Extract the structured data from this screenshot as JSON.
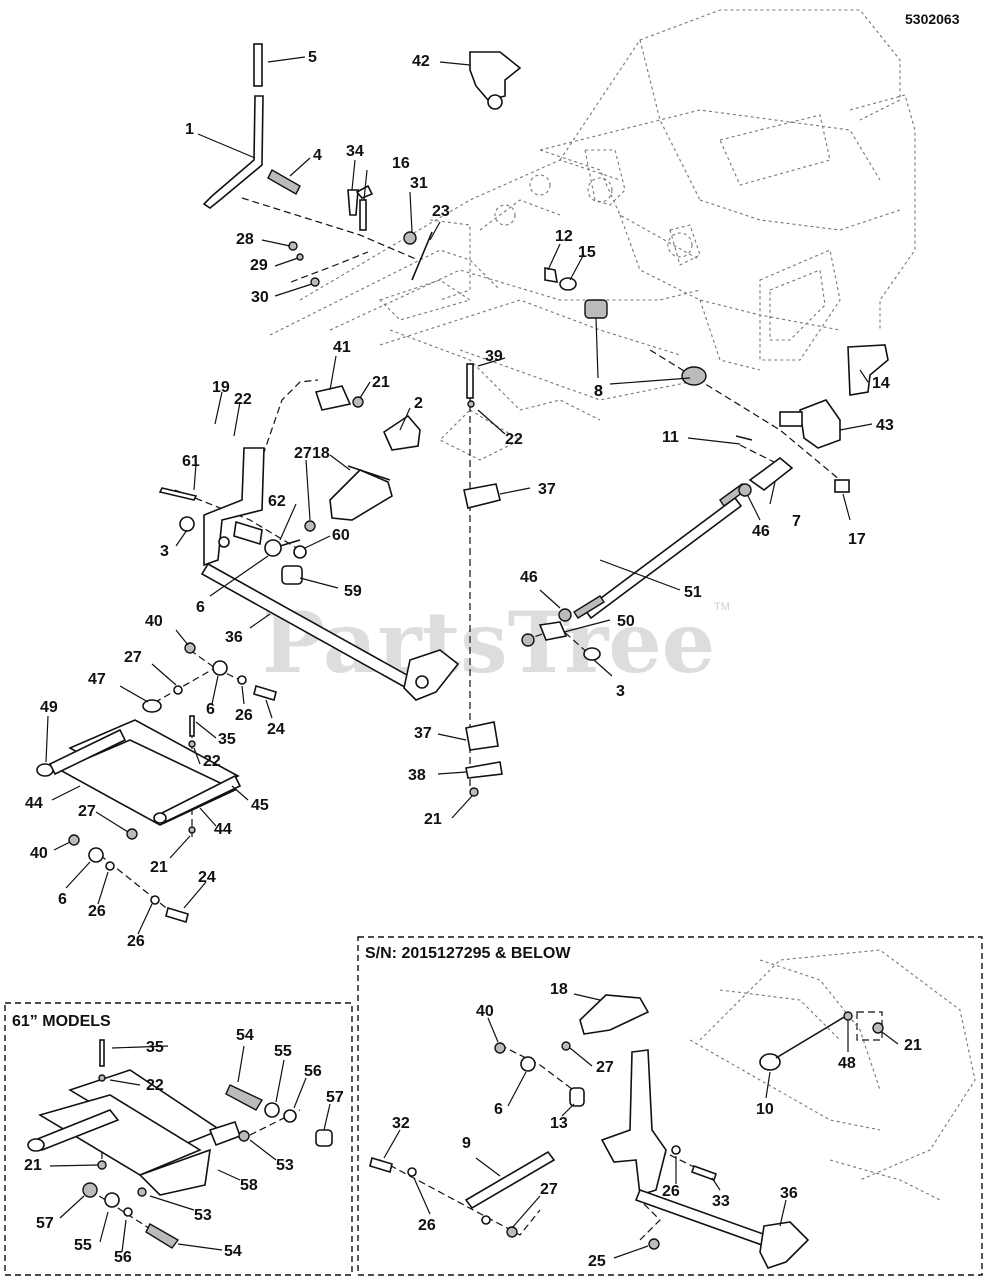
{
  "document_id": "5302063",
  "watermark": {
    "text": "PartsTree",
    "trademark": "TM"
  },
  "inset_boxes": {
    "serial_note": "S/N: 2015127295 & BELOW",
    "models_note": "61” MODELS"
  },
  "callouts_main": [
    "5",
    "42",
    "1",
    "4",
    "34",
    "16",
    "31",
    "23",
    "28",
    "29",
    "30",
    "12",
    "15",
    "8",
    "39",
    "41",
    "21",
    "19",
    "22",
    "2",
    "14",
    "8",
    "22",
    "11",
    "43",
    "18",
    "61",
    "27",
    "62",
    "37",
    "60",
    "3",
    "59",
    "46",
    "7",
    "17",
    "6",
    "51",
    "46",
    "50",
    "40",
    "36",
    "3",
    "27",
    "47",
    "6",
    "26",
    "24",
    "49",
    "35",
    "22",
    "37",
    "38",
    "44",
    "27",
    "45",
    "44",
    "21",
    "40",
    "6",
    "26",
    "24",
    "26",
    "21"
  ],
  "callouts_models": [
    "35",
    "22",
    "54",
    "55",
    "56",
    "57",
    "21",
    "53",
    "58",
    "57",
    "53",
    "55",
    "56",
    "54"
  ],
  "callouts_serial": [
    "18",
    "40",
    "27",
    "21",
    "48",
    "6",
    "13",
    "10",
    "32",
    "9",
    "27",
    "26",
    "33",
    "26",
    "36",
    "25"
  ]
}
